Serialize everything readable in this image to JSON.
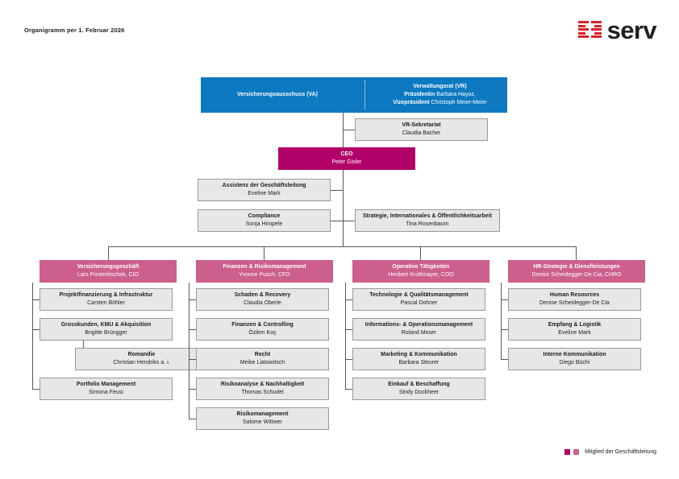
{
  "document": {
    "title": "Organigramm per 1. Februar 2026"
  },
  "logo": {
    "wordmark": "serv",
    "mark_color": "#d8232a",
    "word_color": "#231f20"
  },
  "colors": {
    "blue": "#0d79c0",
    "ceo_magenta": "#b20069",
    "division_pink": "#cc5f8b",
    "box_grey": "#e7e7e7",
    "box_border": "#9a9a9a",
    "line": "#585858"
  },
  "top": {
    "va": {
      "title": "Versicherungsausschuss (VA)"
    },
    "vr": {
      "title": "Verwaltungsrat (VR)",
      "role1_label": "Präsidentin",
      "role1_name": "Barbara Hayoz,",
      "role2_label": "Vizepräsident",
      "role2_name": "Christoph Meier-Meier"
    },
    "secretariat": {
      "title": "VR-Sekretariat",
      "name": "Claudia Bacher"
    }
  },
  "ceo": {
    "title": "CEO",
    "name": "Peter Gisler"
  },
  "staff": [
    {
      "title": "Assistenz der Geschäftsleitung",
      "name": "Eveline Mark"
    },
    {
      "title": "Compliance",
      "name": "Sonja Himpele"
    },
    {
      "title": "Strategie, Internationales & Öffentlichkeitsarbeit",
      "name": "Tina Rosenbaum"
    }
  ],
  "divisions": [
    {
      "title": "Versicherungsgeschäft",
      "name": "Lars Ponterlitschek, CIO",
      "units": [
        {
          "title": "Projektfinanzierung & Infrastruktur",
          "name": "Carsten Böhler"
        },
        {
          "title": "Grosskunden, KMU & Akquisition",
          "name": "Brigitte Brüngger"
        },
        {
          "title": "Romandie",
          "name": "Christian Hendriks a. i.",
          "sub": true
        },
        {
          "title": "Portfolio Management",
          "name": "Simona Feusi"
        }
      ]
    },
    {
      "title": "Finanzen & Risikomanagement",
      "name": "Yvonne Pusch, CFO",
      "units": [
        {
          "title": "Schaden & Recovery",
          "name": "Claudia Oberle"
        },
        {
          "title": "Finanzen & Controlling",
          "name": "Özlem Koç"
        },
        {
          "title": "Recht",
          "name": "Meike Liatowitsch"
        },
        {
          "title": "Risikoanalyse & Nachhaltigkeit",
          "name": "Thomas Schudel"
        },
        {
          "title": "Risikomanagement",
          "name": "Salome Wittwer"
        }
      ]
    },
    {
      "title": "Operative Tätigkeiten",
      "name": "Heribert Knittlmayer, COO",
      "units": [
        {
          "title": "Technologie & Qualitätsmanagement",
          "name": "Pascal Dohner"
        },
        {
          "title": "Informations- & Operationsmanagement",
          "name": "Roland Moser"
        },
        {
          "title": "Marketing & Kommunikation",
          "name": "Barbara Steurer"
        },
        {
          "title": "Einkauf & Beschaffung",
          "name": "Sindy Dockheer"
        }
      ]
    },
    {
      "title": "HR-Strategie & Diensfleistungen",
      "name": "Denise Scheidegger-De Cia, CHRO",
      "units": [
        {
          "title": "Human Resources",
          "name": "Denise Scheidegger-De Cia"
        },
        {
          "title": "Empfang & Logistik",
          "name": "Eveline Mark"
        },
        {
          "title": "Interne Kommunikation",
          "name": "Diego Büchi"
        }
      ]
    }
  ],
  "legend": {
    "label": "Mitglied der Geschäftsleitung"
  }
}
